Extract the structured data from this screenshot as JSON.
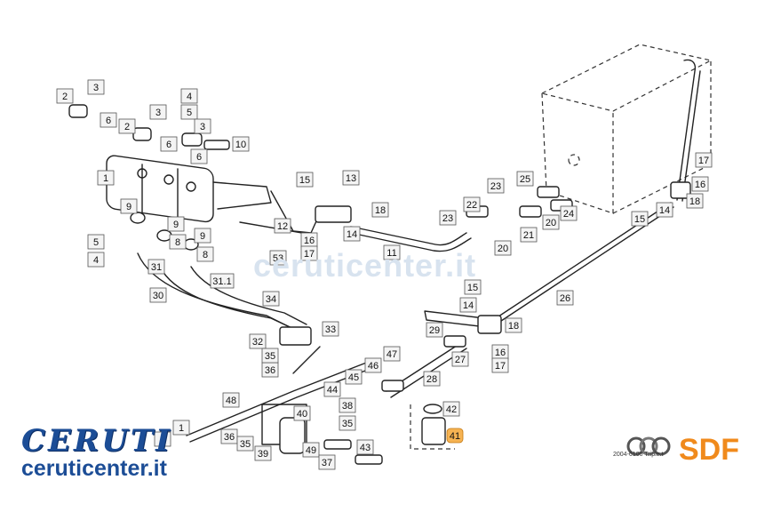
{
  "diagram": {
    "callouts": [
      {
        "id": "c2a",
        "text": "2"
      },
      {
        "id": "c3a",
        "text": "3"
      },
      {
        "id": "c6a",
        "text": "6"
      },
      {
        "id": "c4a",
        "text": "4"
      },
      {
        "id": "c5a",
        "text": "5"
      },
      {
        "id": "c2b",
        "text": "2"
      },
      {
        "id": "c3b",
        "text": "3"
      },
      {
        "id": "c6b",
        "text": "6"
      },
      {
        "id": "c3c",
        "text": "3"
      },
      {
        "id": "c6c",
        "text": "6"
      },
      {
        "id": "c10",
        "text": "10"
      },
      {
        "id": "c1",
        "text": "1"
      },
      {
        "id": "c9a",
        "text": "9"
      },
      {
        "id": "c5b",
        "text": "5"
      },
      {
        "id": "c4b",
        "text": "4"
      },
      {
        "id": "c9b",
        "text": "9"
      },
      {
        "id": "c9c",
        "text": "9"
      },
      {
        "id": "c8a",
        "text": "8"
      },
      {
        "id": "c8b",
        "text": "8"
      },
      {
        "id": "c15a",
        "text": "15"
      },
      {
        "id": "c13",
        "text": "13"
      },
      {
        "id": "c18a",
        "text": "18"
      },
      {
        "id": "c12",
        "text": "12"
      },
      {
        "id": "c16a",
        "text": "16"
      },
      {
        "id": "c17a",
        "text": "17"
      },
      {
        "id": "c14a",
        "text": "14"
      },
      {
        "id": "c53",
        "text": "53"
      },
      {
        "id": "c11",
        "text": "11"
      },
      {
        "id": "c22",
        "text": "22"
      },
      {
        "id": "c23a",
        "text": "23"
      },
      {
        "id": "c25",
        "text": "25"
      },
      {
        "id": "c23b",
        "text": "23"
      },
      {
        "id": "c24",
        "text": "24"
      },
      {
        "id": "c21",
        "text": "21"
      },
      {
        "id": "c20a",
        "text": "20"
      },
      {
        "id": "c20b",
        "text": "20"
      },
      {
        "id": "c17b",
        "text": "17"
      },
      {
        "id": "c16b",
        "text": "16"
      },
      {
        "id": "c18b",
        "text": "18"
      },
      {
        "id": "c15b",
        "text": "15"
      },
      {
        "id": "c14b",
        "text": "14"
      },
      {
        "id": "c31",
        "text": "31"
      },
      {
        "id": "c311",
        "text": "31.1"
      },
      {
        "id": "c30",
        "text": "30"
      },
      {
        "id": "c26",
        "text": "26"
      },
      {
        "id": "c34",
        "text": "34"
      },
      {
        "id": "c32",
        "text": "32"
      },
      {
        "id": "c33",
        "text": "33"
      },
      {
        "id": "c36a",
        "text": "36"
      },
      {
        "id": "c35a",
        "text": "35"
      },
      {
        "id": "c15c",
        "text": "15"
      },
      {
        "id": "c14c",
        "text": "14"
      },
      {
        "id": "c18c",
        "text": "18"
      },
      {
        "id": "c29",
        "text": "29"
      },
      {
        "id": "c16c",
        "text": "16"
      },
      {
        "id": "c17c",
        "text": "17"
      },
      {
        "id": "c27",
        "text": "27"
      },
      {
        "id": "c28",
        "text": "28"
      },
      {
        "id": "c47",
        "text": "47"
      },
      {
        "id": "c46",
        "text": "46"
      },
      {
        "id": "c45",
        "text": "45"
      },
      {
        "id": "c44",
        "text": "44"
      },
      {
        "id": "c48",
        "text": "48"
      },
      {
        "id": "c38",
        "text": "38"
      },
      {
        "id": "c35b",
        "text": "35"
      },
      {
        "id": "c40",
        "text": "40"
      },
      {
        "id": "c42",
        "text": "42"
      },
      {
        "id": "c41",
        "text": "41",
        "highlight": true
      },
      {
        "id": "c36b",
        "text": "36"
      },
      {
        "id": "c35c",
        "text": "35"
      },
      {
        "id": "c39",
        "text": "39"
      },
      {
        "id": "c43",
        "text": "43"
      },
      {
        "id": "c49",
        "text": "49"
      },
      {
        "id": "c37",
        "text": "37"
      },
      {
        "id": "c1b",
        "text": "1"
      },
      {
        "id": "c1c",
        "text": "1"
      }
    ]
  },
  "brand": {
    "logo": "CERUTI",
    "site": "ceruticenter.it",
    "watermark": "ceruticenter.it"
  },
  "sdf": {
    "label": "SDF"
  },
  "drawing_code": "2004-6100 Triple.t",
  "colors": {
    "brand_blue": "#1c4d96",
    "sdf_orange": "#f08a1c",
    "highlight": "#f6b352"
  }
}
